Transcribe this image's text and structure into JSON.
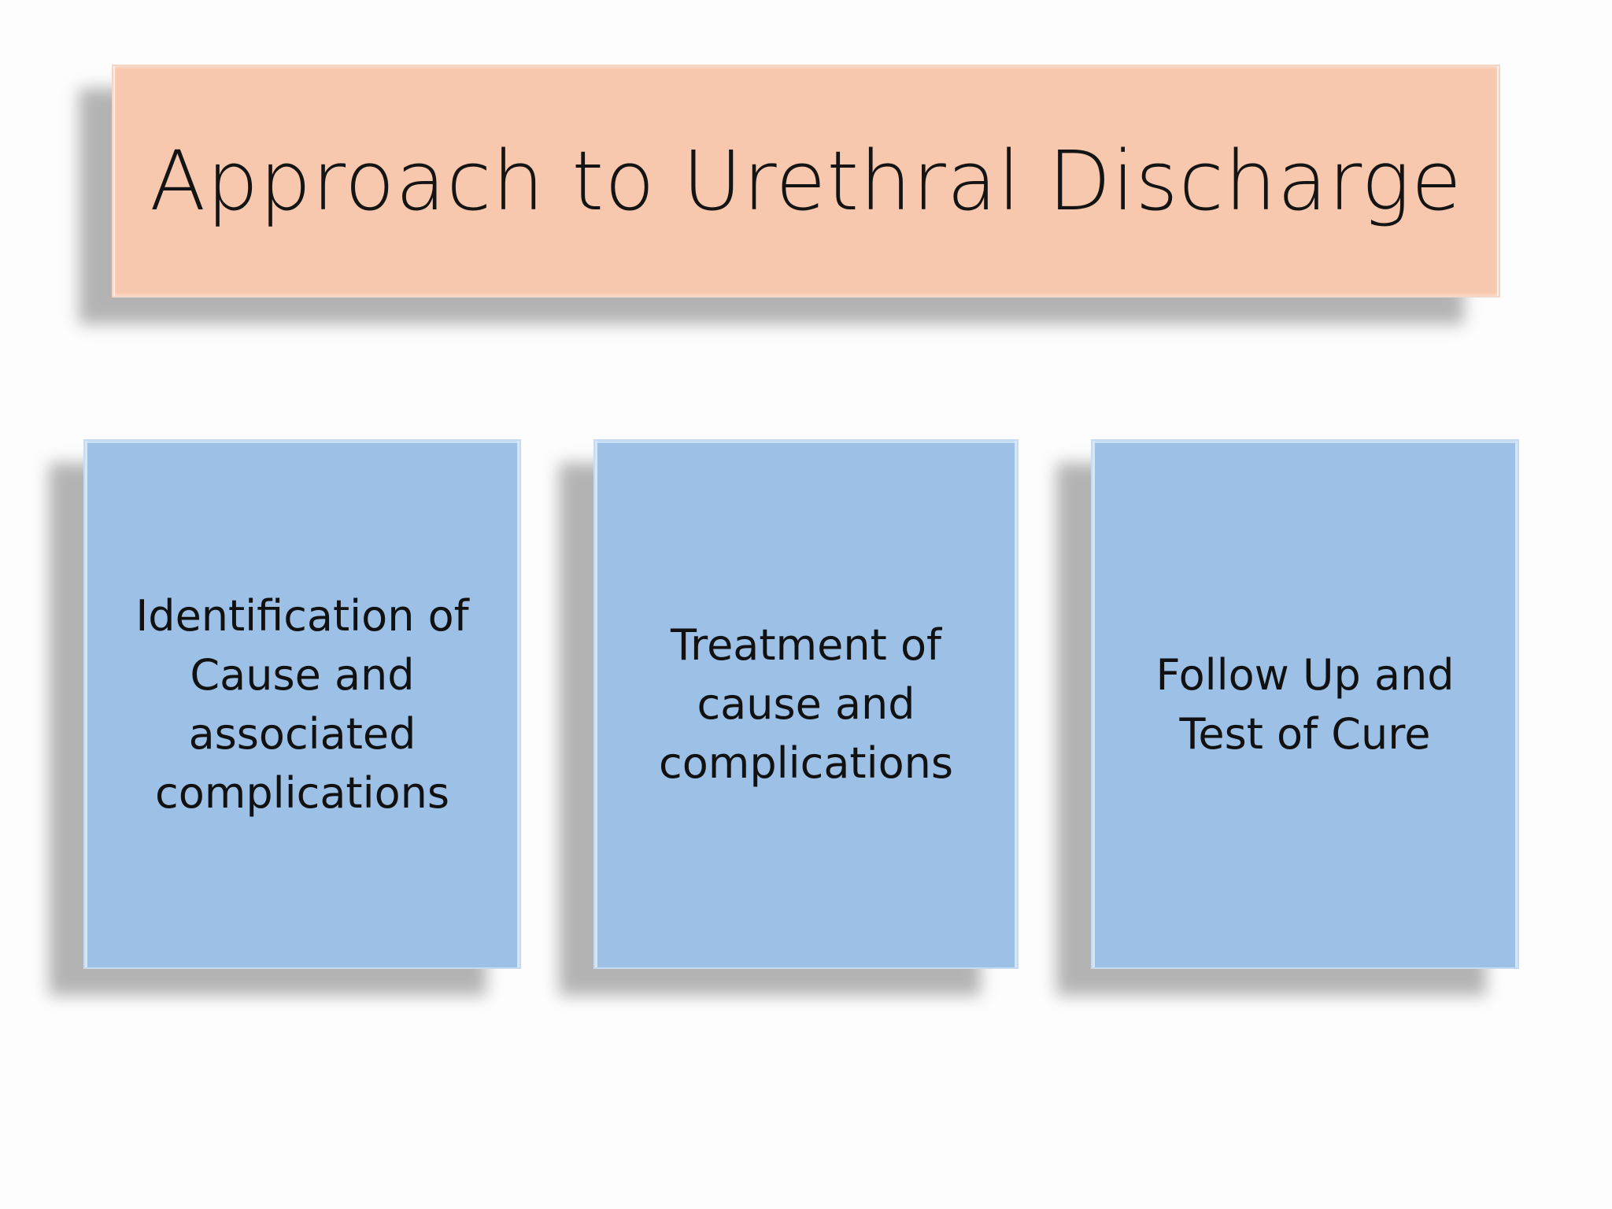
{
  "slide": {
    "title": "Approach to Urethral Discharge",
    "steps": [
      {
        "label": "Identification of Cause and associated complications"
      },
      {
        "label": "Treatment of cause and complications"
      },
      {
        "label": "Follow Up and Test of Cure"
      }
    ]
  },
  "colors": {
    "title_fill": "#f7c8ad",
    "card_fill": "#9dc0e6",
    "background": "#fdfdfd"
  }
}
